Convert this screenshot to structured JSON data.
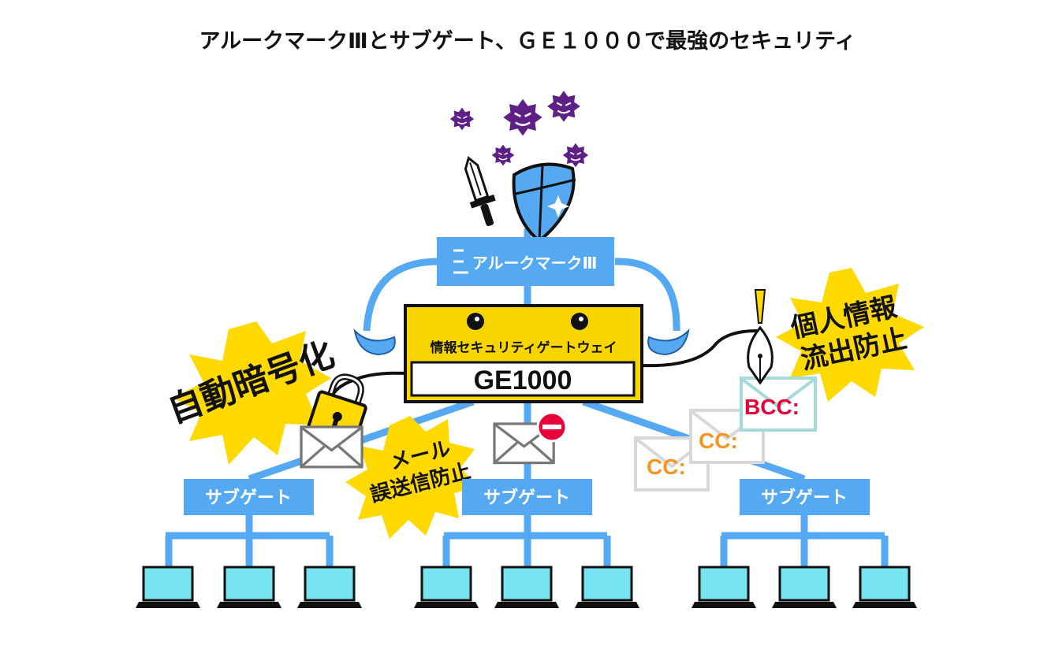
{
  "title": "アルークマークⅢとサブゲート、ＧＥ１０００で最強のセキュリティ",
  "arc_box": {
    "label": "アルークマークⅢ"
  },
  "gateway": {
    "subtitle": "情報セキュリティゲートウェイ",
    "model": "GE1000"
  },
  "subgates": [
    {
      "label": "サブゲート"
    },
    {
      "label": "サブゲート"
    },
    {
      "label": "サブゲート"
    }
  ],
  "features": {
    "auto_encrypt": "自動暗号化",
    "mail_misdelivery_line1": "メール",
    "mail_misdelivery_line2": "誤送信防止",
    "leak_line1": "個人情報",
    "leak_line2": "流出防止"
  },
  "envelopes": {
    "bcc": "BCC:",
    "cc_front": "CC:",
    "cc_back": "CC:"
  },
  "icons": {
    "virus": "virus-icon",
    "sword": "sword-icon",
    "shield": "shield-icon",
    "lock": "padlock-icon",
    "mail": "envelope-icon",
    "no_entry": "no-entry-icon",
    "pen": "fountain-pen-icon",
    "laptop": "laptop-icon"
  },
  "colors": {
    "accent_blue": "#55a9f2",
    "gateway_yellow": "#f7d500",
    "burst_yellow": "#ffd900",
    "virus_purple": "#5e1f86",
    "laptop_cyan": "#75e4f0",
    "bcc_red": "#e8003a",
    "cc_orange": "#f7931e"
  }
}
